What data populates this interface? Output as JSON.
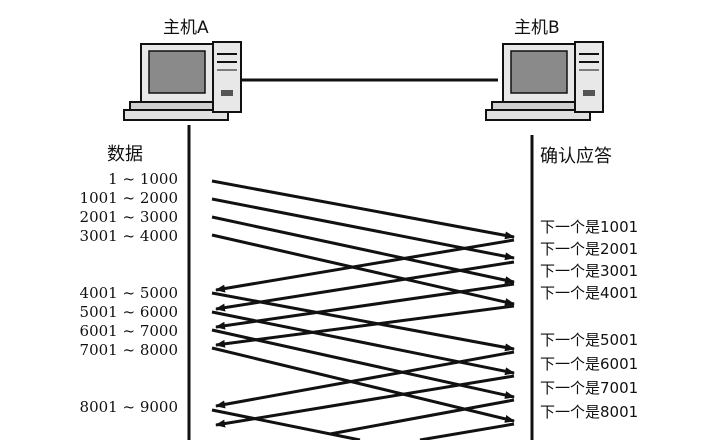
{
  "host_a": {
    "label": "主机A"
  },
  "host_b": {
    "label": "主机B"
  },
  "left_header": "数据",
  "right_header": "确认应答",
  "segments": [
    {
      "range": "1 ~ 1000",
      "ack": "下一个是1001"
    },
    {
      "range": "1001 ~ 2000",
      "ack": "下一个是2001"
    },
    {
      "range": "2001 ~ 3000",
      "ack": "下一个是3001"
    },
    {
      "range": "3001 ~ 4000",
      "ack": "下一个是4001"
    },
    {
      "range": "4001 ~ 5000",
      "ack": "下一个是5001"
    },
    {
      "range": "5001 ~ 6000",
      "ack": "下一个是6001"
    },
    {
      "range": "6001 ~ 7000",
      "ack": "下一个是7001"
    },
    {
      "range": "7001 ~ 8000",
      "ack": "下一个是8001"
    },
    {
      "range": "8001 ~ 9000"
    }
  ]
}
